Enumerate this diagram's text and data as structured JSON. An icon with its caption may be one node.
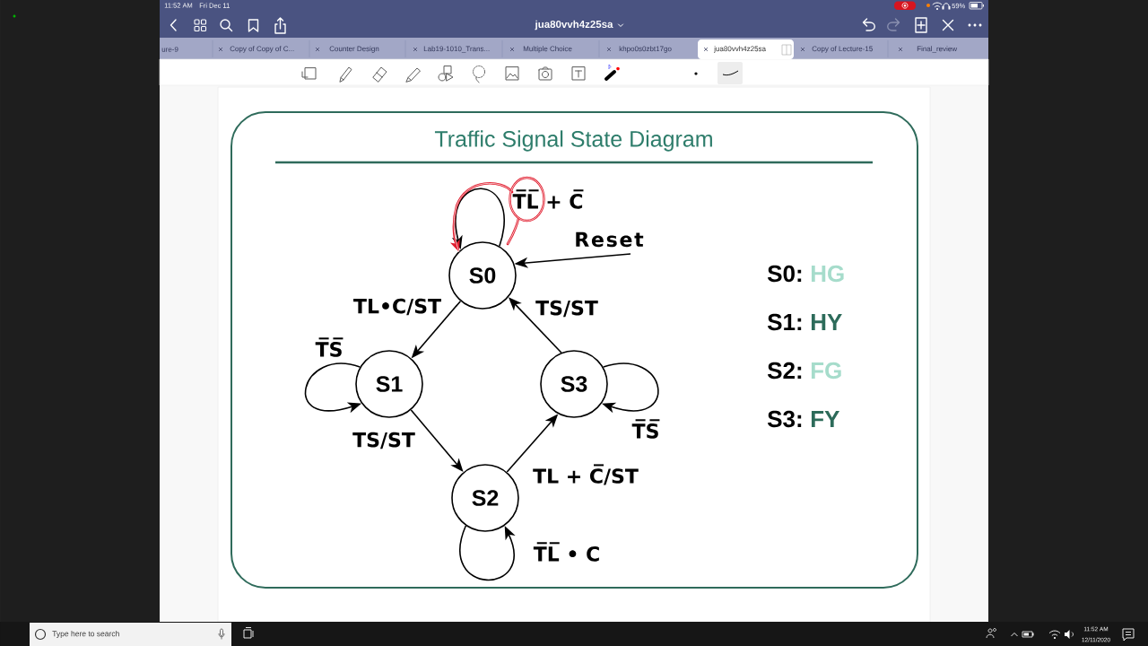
{
  "diagram": {
    "title": "Traffic Signal State Diagram",
    "nodes": [
      {
        "text": [
          "S0"
        ]
      },
      {
        "text": [
          "S1"
        ]
      },
      {
        "text": [
          "S2"
        ]
      },
      {
        "text": [
          "S3"
        ]
      }
    ],
    "edges": [
      {
        "from": 0,
        "to": 0,
        "arrow": "to",
        "label": "T̅L̅ + C̅"
      },
      {
        "from": null,
        "to": 0,
        "arrow": "to",
        "label": "Reset"
      },
      {
        "from": 0,
        "to": 1,
        "arrow": "to",
        "label": "TL•C/ST"
      },
      {
        "from": 3,
        "to": 0,
        "arrow": "to",
        "label": "TS/ST"
      },
      {
        "from": 1,
        "to": 1,
        "arrow": "to",
        "label": "T̅S̅"
      },
      {
        "from": 3,
        "to": 3,
        "arrow": "to",
        "label": "T̅S̅"
      },
      {
        "from": 1,
        "to": 2,
        "arrow": "to",
        "label": "TS/ST"
      },
      {
        "from": 2,
        "to": 3,
        "arrow": "to",
        "label": "TL + C̅/ST"
      },
      {
        "from": 2,
        "to": 2,
        "arrow": "to",
        "label": "T̅L̅ • C"
      }
    ],
    "labels": [
      "11:52 AM",
      "Fri Dec 11",
      "59%",
      "jua80vvh4z25sa",
      "ure-9",
      "Copy of Copy of C...",
      "Counter Design",
      "Lab19-1010_Trans...",
      "Multiple Choice",
      "khpo0s0zbt17go",
      "jua80vvh4z25sa",
      "Copy of Lecture-15",
      "Final_review",
      "S0:",
      "HG",
      "S1:",
      "HY",
      "S2:",
      "FG",
      "S3:",
      "FY",
      "Type here to search",
      "11:52 AM",
      "12/11/2020"
    ]
  }
}
